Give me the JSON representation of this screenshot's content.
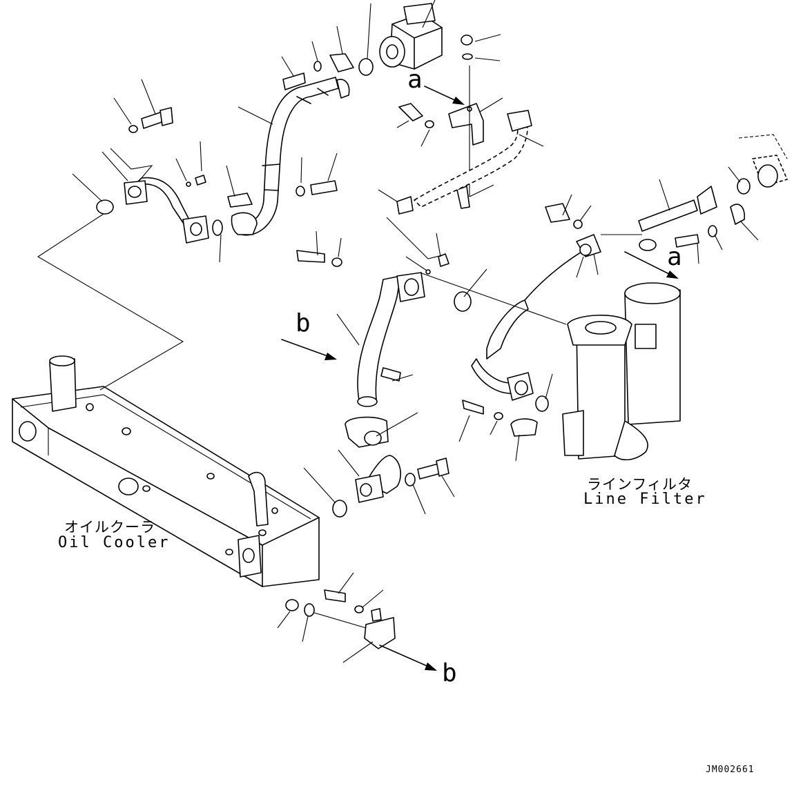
{
  "labels": {
    "oil_cooler_jp": "オイルクーラ",
    "oil_cooler_en": "Oil Cooler",
    "line_filter_jp": "ラインフィルタ",
    "line_filter_en": "Line Filter",
    "ref_a_top": "a",
    "ref_a_right": "a",
    "ref_b_left": "b",
    "ref_b_bottom": "b"
  },
  "drawing_code": "JM002661"
}
